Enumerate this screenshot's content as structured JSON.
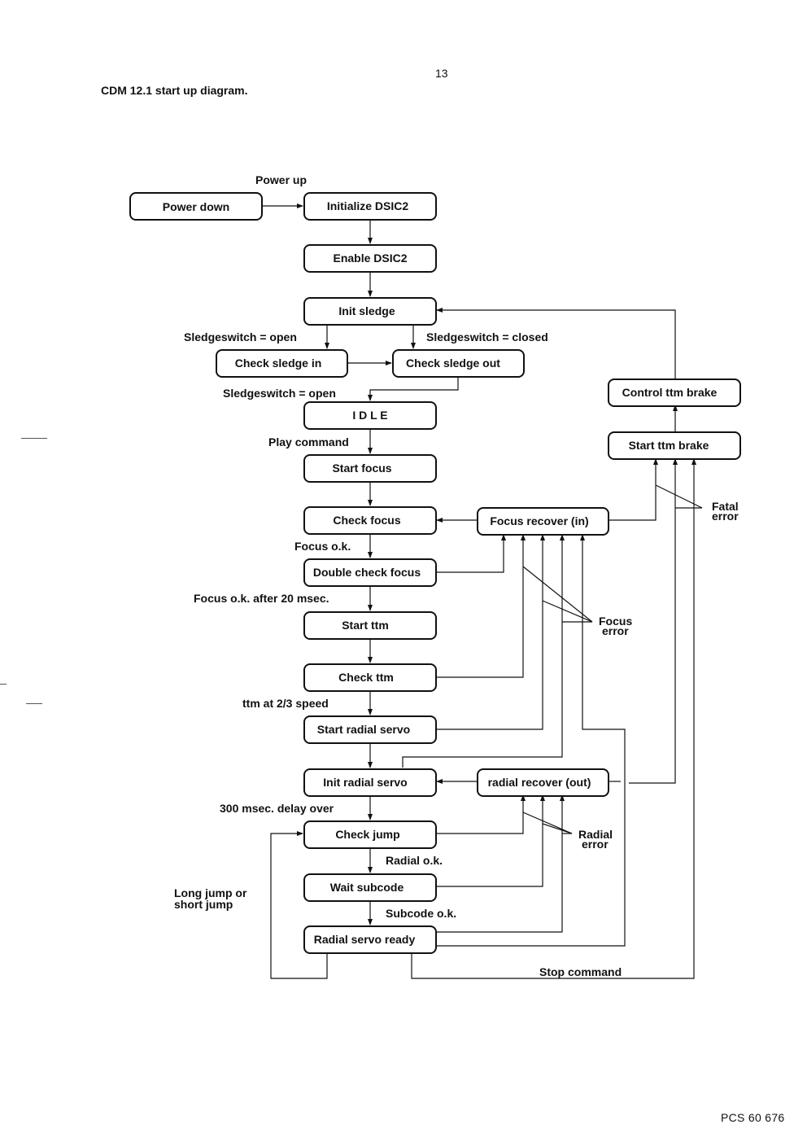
{
  "page_number": "13",
  "title": "CDM 12.1 start up diagram.",
  "footer_code": "PCS 60 676",
  "boxes": {
    "power_down": "Power down",
    "init_dsic2": "Initialize DSIC2",
    "enable_dsic2": "Enable DSIC2",
    "init_sledge": "Init sledge",
    "check_sledge_in": "Check sledge in",
    "check_sledge_out": "Check sledge out",
    "idle": "I D L E",
    "start_focus": "Start focus",
    "check_focus": "Check focus",
    "double_check_focus": "Double check focus",
    "start_ttm": "Start ttm",
    "check_ttm": "Check ttm",
    "start_radial_servo": "Start radial servo",
    "init_radial_servo": "Init radial servo",
    "check_jump": "Check jump",
    "wait_subcode": "Wait subcode",
    "radial_servo_ready": "Radial servo ready",
    "control_ttm_brake": "Control ttm brake",
    "start_ttm_brake": "Start ttm brake",
    "focus_recover_in": "Focus recover (in)",
    "radial_recover_out": "radial recover (out)"
  },
  "labels": {
    "power_up": "Power up",
    "sledge_open_1": "Sledgeswitch = open",
    "sledge_closed": "Sledgeswitch = closed",
    "sledge_open_2": "Sledgeswitch = open",
    "play_command": "Play command",
    "focus_ok": "Focus o.k.",
    "focus_ok_20": "Focus o.k. after 20 msec.",
    "ttm_speed": "ttm at 2/3 speed",
    "delay_300": "300 msec. delay over",
    "radial_ok": "Radial o.k.",
    "subcode_ok": "Subcode o.k.",
    "long_jump_1": "Long jump or",
    "long_jump_2": "short jump",
    "stop_command": "Stop command",
    "fatal_1": "Fatal",
    "fatal_2": "error",
    "focus_err_1": "Focus",
    "focus_err_2": "error",
    "radial_err_1": "Radial",
    "radial_err_2": "error"
  }
}
